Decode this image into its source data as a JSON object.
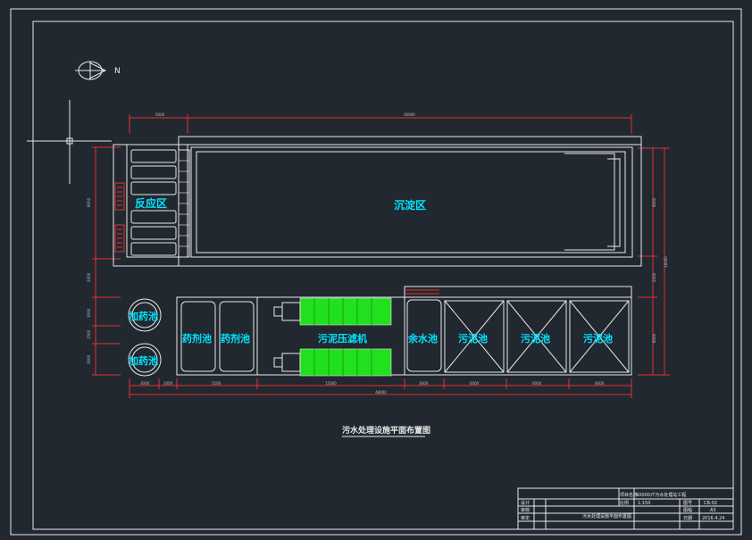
{
  "drawing": {
    "north_label": "N",
    "title": "污水处理设施平面布置图",
    "zones": {
      "reaction": "反应区",
      "sedimentation": "沉淀区",
      "dosing_a": "加药池",
      "dosing_b": "加药池",
      "chem_a": "药剂池",
      "chem_b": "药剂池",
      "filter_press": "污泥压滤机",
      "residual_water": "余水池",
      "sludge_1": "污泥池",
      "sludge_2": "污泥池",
      "sludge_3": "污泥池"
    },
    "dimensions": {
      "top_left": "5000",
      "top_main": "30000",
      "left_upper": "8000",
      "left_mid": "2000",
      "left_b1": "3000",
      "left_b2": "1500",
      "left_b3": "3000",
      "right_upper": "8000",
      "right_total": "18000",
      "right_mid": "2000",
      "right_lower": "8000",
      "bottom_1": "3000",
      "bottom_2": "2000",
      "bottom_3": "5500",
      "bottom_4": "15000",
      "bottom_5": "3000",
      "bottom_6": "6000",
      "bottom_7": "6000",
      "bottom_8": "6000",
      "bottom_total": "48000"
    }
  },
  "title_block": {
    "project_label": "项目名称",
    "project_name": "5000D/T污水处理站工程",
    "drawing_no_label": "图号",
    "drawing_no": "CB-02",
    "scale_label": "比例",
    "scale": "1:150",
    "size_label": "图幅",
    "size": "A3",
    "date_label": "日期",
    "date": "2016.4.24",
    "designer_label": "设计",
    "checker_label": "审核",
    "approver_label": "审定",
    "title": "污水处理设施平面布置图"
  },
  "colors": {
    "background": "#212830",
    "line": "#e8e8e8",
    "label": "#00e5ff",
    "equipment": "#22e01e",
    "accent": "#e83030"
  }
}
